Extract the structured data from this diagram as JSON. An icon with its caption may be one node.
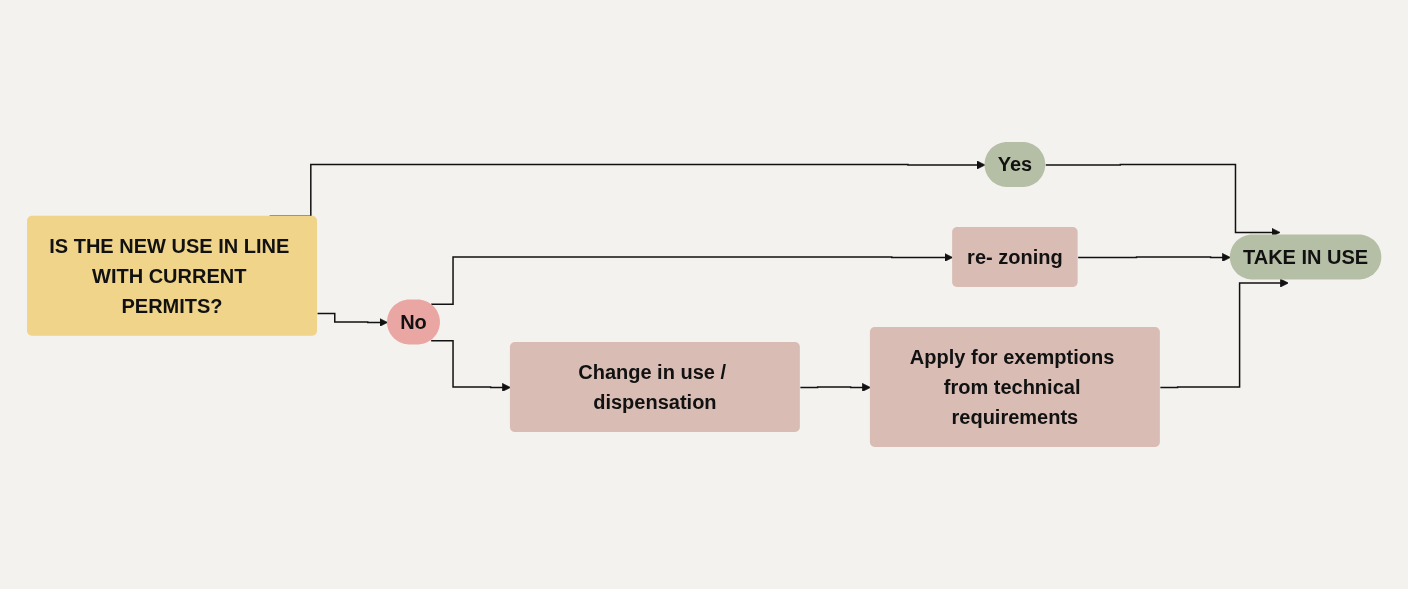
{
  "diagram": {
    "nodes": [
      {
        "text": [
          "IS THE NEW USE IN LINE WITH CURRENT PERMITS?"
        ]
      },
      {
        "text": [
          "Yes"
        ]
      },
      {
        "text": [
          "No"
        ]
      },
      {
        "text": [
          "TAKE IN USE"
        ]
      },
      {
        "text": [
          "re- zoning"
        ]
      },
      {
        "text": [
          "Change in use / dispensation"
        ]
      },
      {
        "text": [
          "Apply for exemptions from technical requirements"
        ]
      }
    ],
    "edges": [
      {
        "from": 0,
        "to": 1,
        "arrow": "to"
      },
      {
        "from": 0,
        "to": 2,
        "arrow": "to"
      },
      {
        "from": 1,
        "to": 3,
        "arrow": "to"
      },
      {
        "from": 2,
        "to": 4,
        "arrow": "to"
      },
      {
        "from": 2,
        "to": 5,
        "arrow": "to"
      },
      {
        "from": 4,
        "to": 3,
        "arrow": "to"
      },
      {
        "from": 5,
        "to": 6,
        "arrow": "to"
      },
      {
        "from": 6,
        "to": 3,
        "arrow": "to"
      }
    ]
  }
}
